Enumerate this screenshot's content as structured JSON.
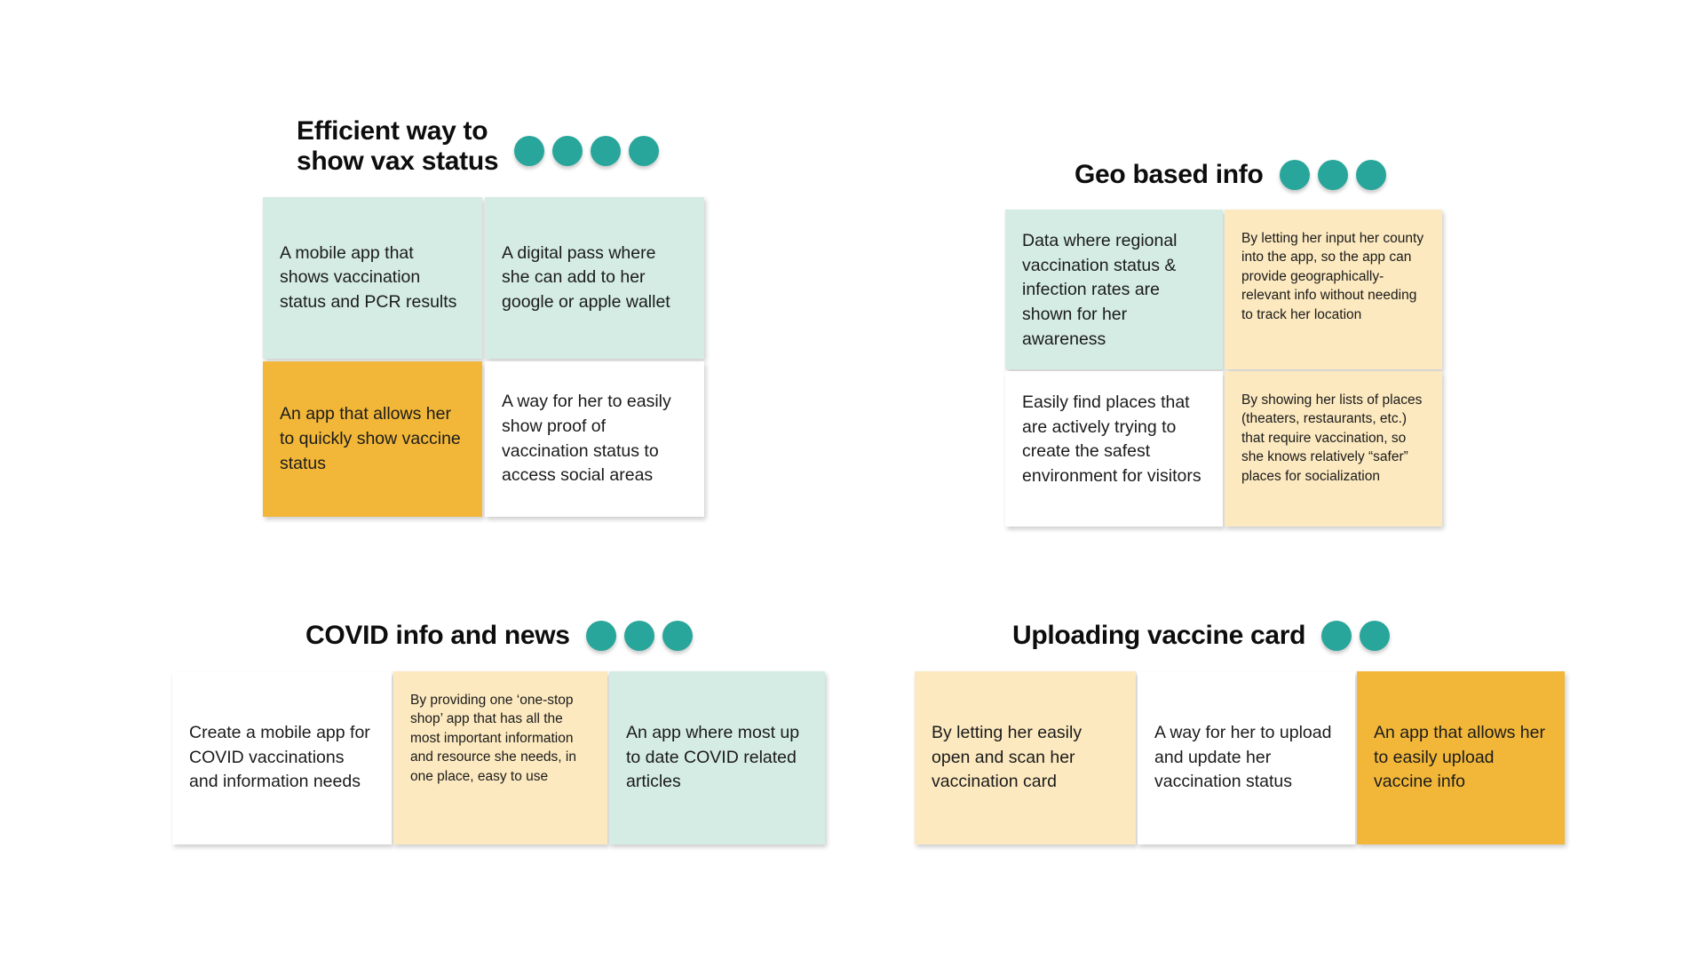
{
  "board": {
    "background": "#ffffff",
    "accent_teal": "#29a69b",
    "color_mint": "#d4ece3",
    "color_cream": "#fce9bf",
    "color_gold": "#f2b738",
    "color_white": "#ffffff"
  },
  "panels": [
    {
      "id": "efficient-way-to-show-vax-status",
      "title": "Efficient way to\nshow vax status",
      "dot_count": 4,
      "cells": [
        {
          "text": "A mobile app that shows vaccination status and PCR results",
          "color": "mint"
        },
        {
          "text": "A digital pass where she can add to her google or apple wallet",
          "color": "mint"
        },
        {
          "text": "An app that allows her to quickly show vaccine status",
          "color": "gold"
        },
        {
          "text": "A way for her to easily show proof of vaccination status to access social areas",
          "color": "white"
        }
      ]
    },
    {
      "id": "geo-based-info",
      "title": "Geo based info",
      "dot_count": 3,
      "cells": [
        {
          "text": "Data where regional vaccination status & infection rates are shown for her awareness",
          "color": "mint"
        },
        {
          "text": "By letting her input her county into the app, so the app can provide geographically-relevant info without needing to track her location",
          "color": "cream",
          "size": "small"
        },
        {
          "text": "Easily find places that are actively trying to create the safest environment for visitors",
          "color": "white"
        },
        {
          "text": "By showing her lists of places (theaters, restaurants, etc.) that require vaccination, so she knows relatively “safer” places for socialization",
          "color": "cream",
          "size": "small"
        }
      ]
    },
    {
      "id": "covid-info-and-news",
      "title": "COVID info and news",
      "dot_count": 3,
      "cells": [
        {
          "text": "Create a mobile app for COVID vaccinations and information needs",
          "color": "white"
        },
        {
          "text": "By providing one ‘one-stop shop’ app that has all the most important information and resource she needs, in one place, easy to use",
          "color": "cream",
          "size": "small"
        },
        {
          "text": "An app where most up to date COVID related articles",
          "color": "mint"
        }
      ]
    },
    {
      "id": "uploading-vaccine-card",
      "title": "Uploading vaccine card",
      "dot_count": 2,
      "cells": [
        {
          "text": "By letting her easily open and scan her vaccination card",
          "color": "cream"
        },
        {
          "text": "A way for her to upload and update her vaccination status",
          "color": "white"
        },
        {
          "text": "An app that allows her to easily upload vaccine info",
          "color": "gold"
        }
      ]
    }
  ]
}
